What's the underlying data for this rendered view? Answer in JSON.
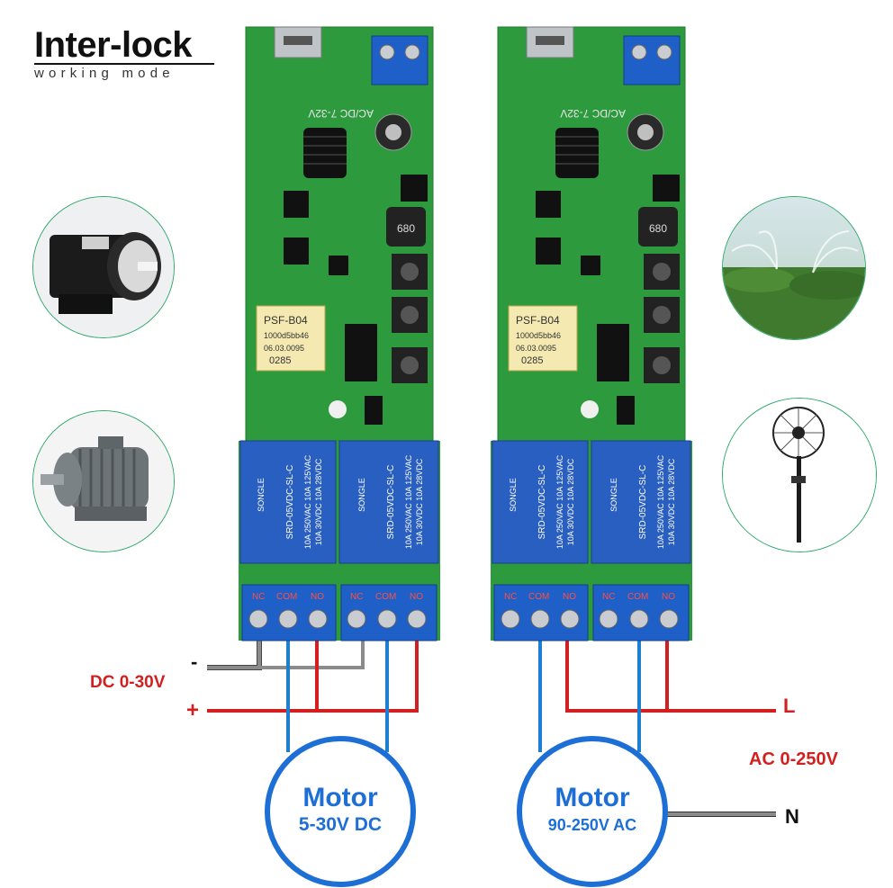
{
  "header": {
    "title": "Inter-lock",
    "subtitle": "working mode"
  },
  "boards": [
    {
      "module_text": [
        "PSF-B04",
        "1000d5bb46",
        "06.03.0095",
        "0285"
      ],
      "board_label": "AC/DC 7-32V",
      "inductor_label": "680",
      "relays": [
        {
          "brand": "SONGLE",
          "model": "SRD-05VDC-SL-C",
          "rating1": "10A 250VAC 10A 125VAC",
          "rating2": "10A 30VDC 10A 28VDC"
        },
        {
          "brand": "SONGLE",
          "model": "SRD-05VDC-SL-C",
          "rating1": "10A 250VAC 10A 125VAC",
          "rating2": "10A 30VDC 10A 28VDC"
        }
      ],
      "terminals": [
        "NC",
        "COM",
        "NO",
        "NC",
        "COM",
        "NO"
      ]
    },
    {
      "module_text": [
        "PSF-B04",
        "1000d5bb46",
        "06.03.0095",
        "0285"
      ],
      "board_label": "AC/DC 7-32V",
      "inductor_label": "680",
      "relays": [
        {
          "brand": "SONGLE",
          "model": "SRD-05VDC-SL-C",
          "rating1": "10A 250VAC 10A 125VAC",
          "rating2": "10A 30VDC 10A 28VDC"
        },
        {
          "brand": "SONGLE",
          "model": "SRD-05VDC-SL-C",
          "rating1": "10A 250VAC 10A 125VAC",
          "rating2": "10A 30VDC 10A 28VDC"
        }
      ],
      "terminals": [
        "NC",
        "COM",
        "NO",
        "NC",
        "COM",
        "NO"
      ]
    }
  ],
  "dc_side": {
    "supply_label": "DC 0-30V",
    "minus": "-",
    "plus": "+",
    "motor_title": "Motor",
    "motor_rating": "5-30V DC"
  },
  "ac_side": {
    "supply_label": "AC 0-250V",
    "line": "L",
    "neutral": "N",
    "motor_title": "Motor",
    "motor_rating": "90-250V AC"
  },
  "photos": [
    {
      "name": "dc-motor-photo",
      "icon": "dc-motor"
    },
    {
      "name": "ac-motor-photo",
      "icon": "induction-motor"
    },
    {
      "name": "sprinkler-photo",
      "icon": "sprinkler"
    },
    {
      "name": "fan-photo",
      "icon": "standing-fan"
    }
  ],
  "colors": {
    "pcb": "#2d9a3e",
    "relay": "#2a5fc2",
    "terminal": "#1f5fc8",
    "wire_blue": "#1d7fd0",
    "wire_red": "#d21f1f",
    "wire_gray": "#7a7a7a",
    "label_red": "#d21f1f"
  }
}
